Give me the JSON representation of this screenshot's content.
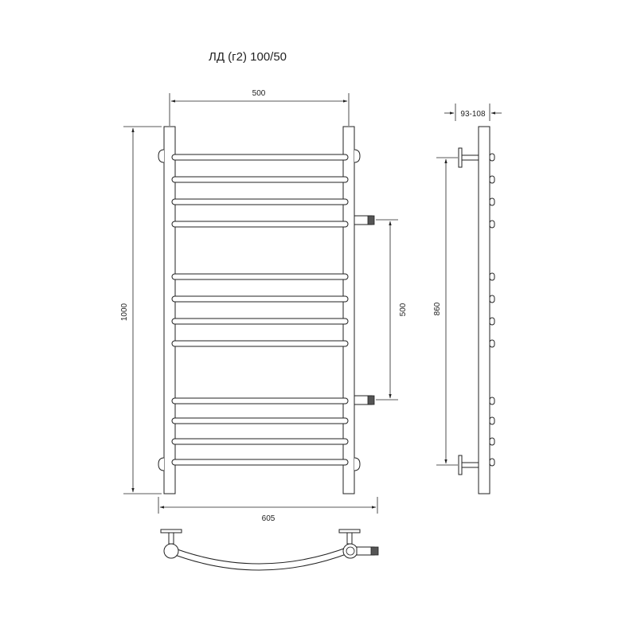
{
  "title": "ЛД (г2) 100/50",
  "dimensions": {
    "width": "500",
    "height": "1000",
    "connection_spacing": "500",
    "overall_width": "605",
    "mount_spacing": "860",
    "wall_offset": "93-108"
  },
  "front_view": {
    "rung_groups": [
      4,
      4,
      4
    ]
  }
}
